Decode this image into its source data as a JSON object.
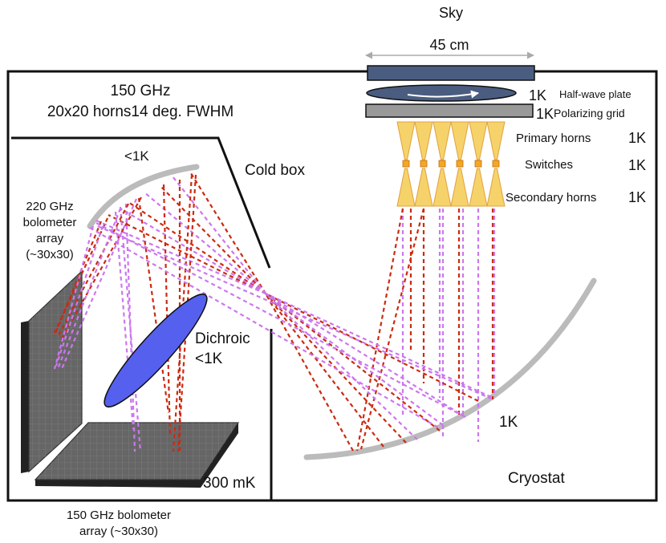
{
  "labels": {
    "sky": "Sky",
    "width": "45 cm",
    "band_150": "150 GHz",
    "horns_fwhm": "20x20 horns14 deg. FWHM",
    "cold_box": "Cold box",
    "mirror_temp": "<1K",
    "bolo_220": [
      "220 GHz",
      "bolometer",
      "array",
      "(~30x30)"
    ],
    "dichroic": "Dichroic",
    "dichroic_temp": "<1K",
    "temp_300mk": "300 mK",
    "bolo_150": [
      "150 GHz bolometer",
      "array (~30x30)"
    ],
    "cryostat": "Cryostat",
    "primary_mirror_temp": "1K",
    "hwp_temp": "1K",
    "hwp": "Half-wave plate",
    "grid_temp": "1K",
    "grid": "Polarizing grid",
    "primary_horns": "Primary horns",
    "primary_horns_temp": "1K",
    "switches": "Switches",
    "switches_temp": "1K",
    "secondary_horns": "Secondary horns",
    "secondary_horns_temp": "1K"
  },
  "colors": {
    "plate": "#4a5d80",
    "grid": "#999999",
    "horn": "#f6d36a",
    "horn_edge": "#e0a040",
    "switch": "#f5a623",
    "mirror": "#bbbbbb",
    "dichroic": "#5560ee",
    "detector": "#666666",
    "ray_red": "#cc2a10",
    "ray_violet": "#cc77ee"
  }
}
